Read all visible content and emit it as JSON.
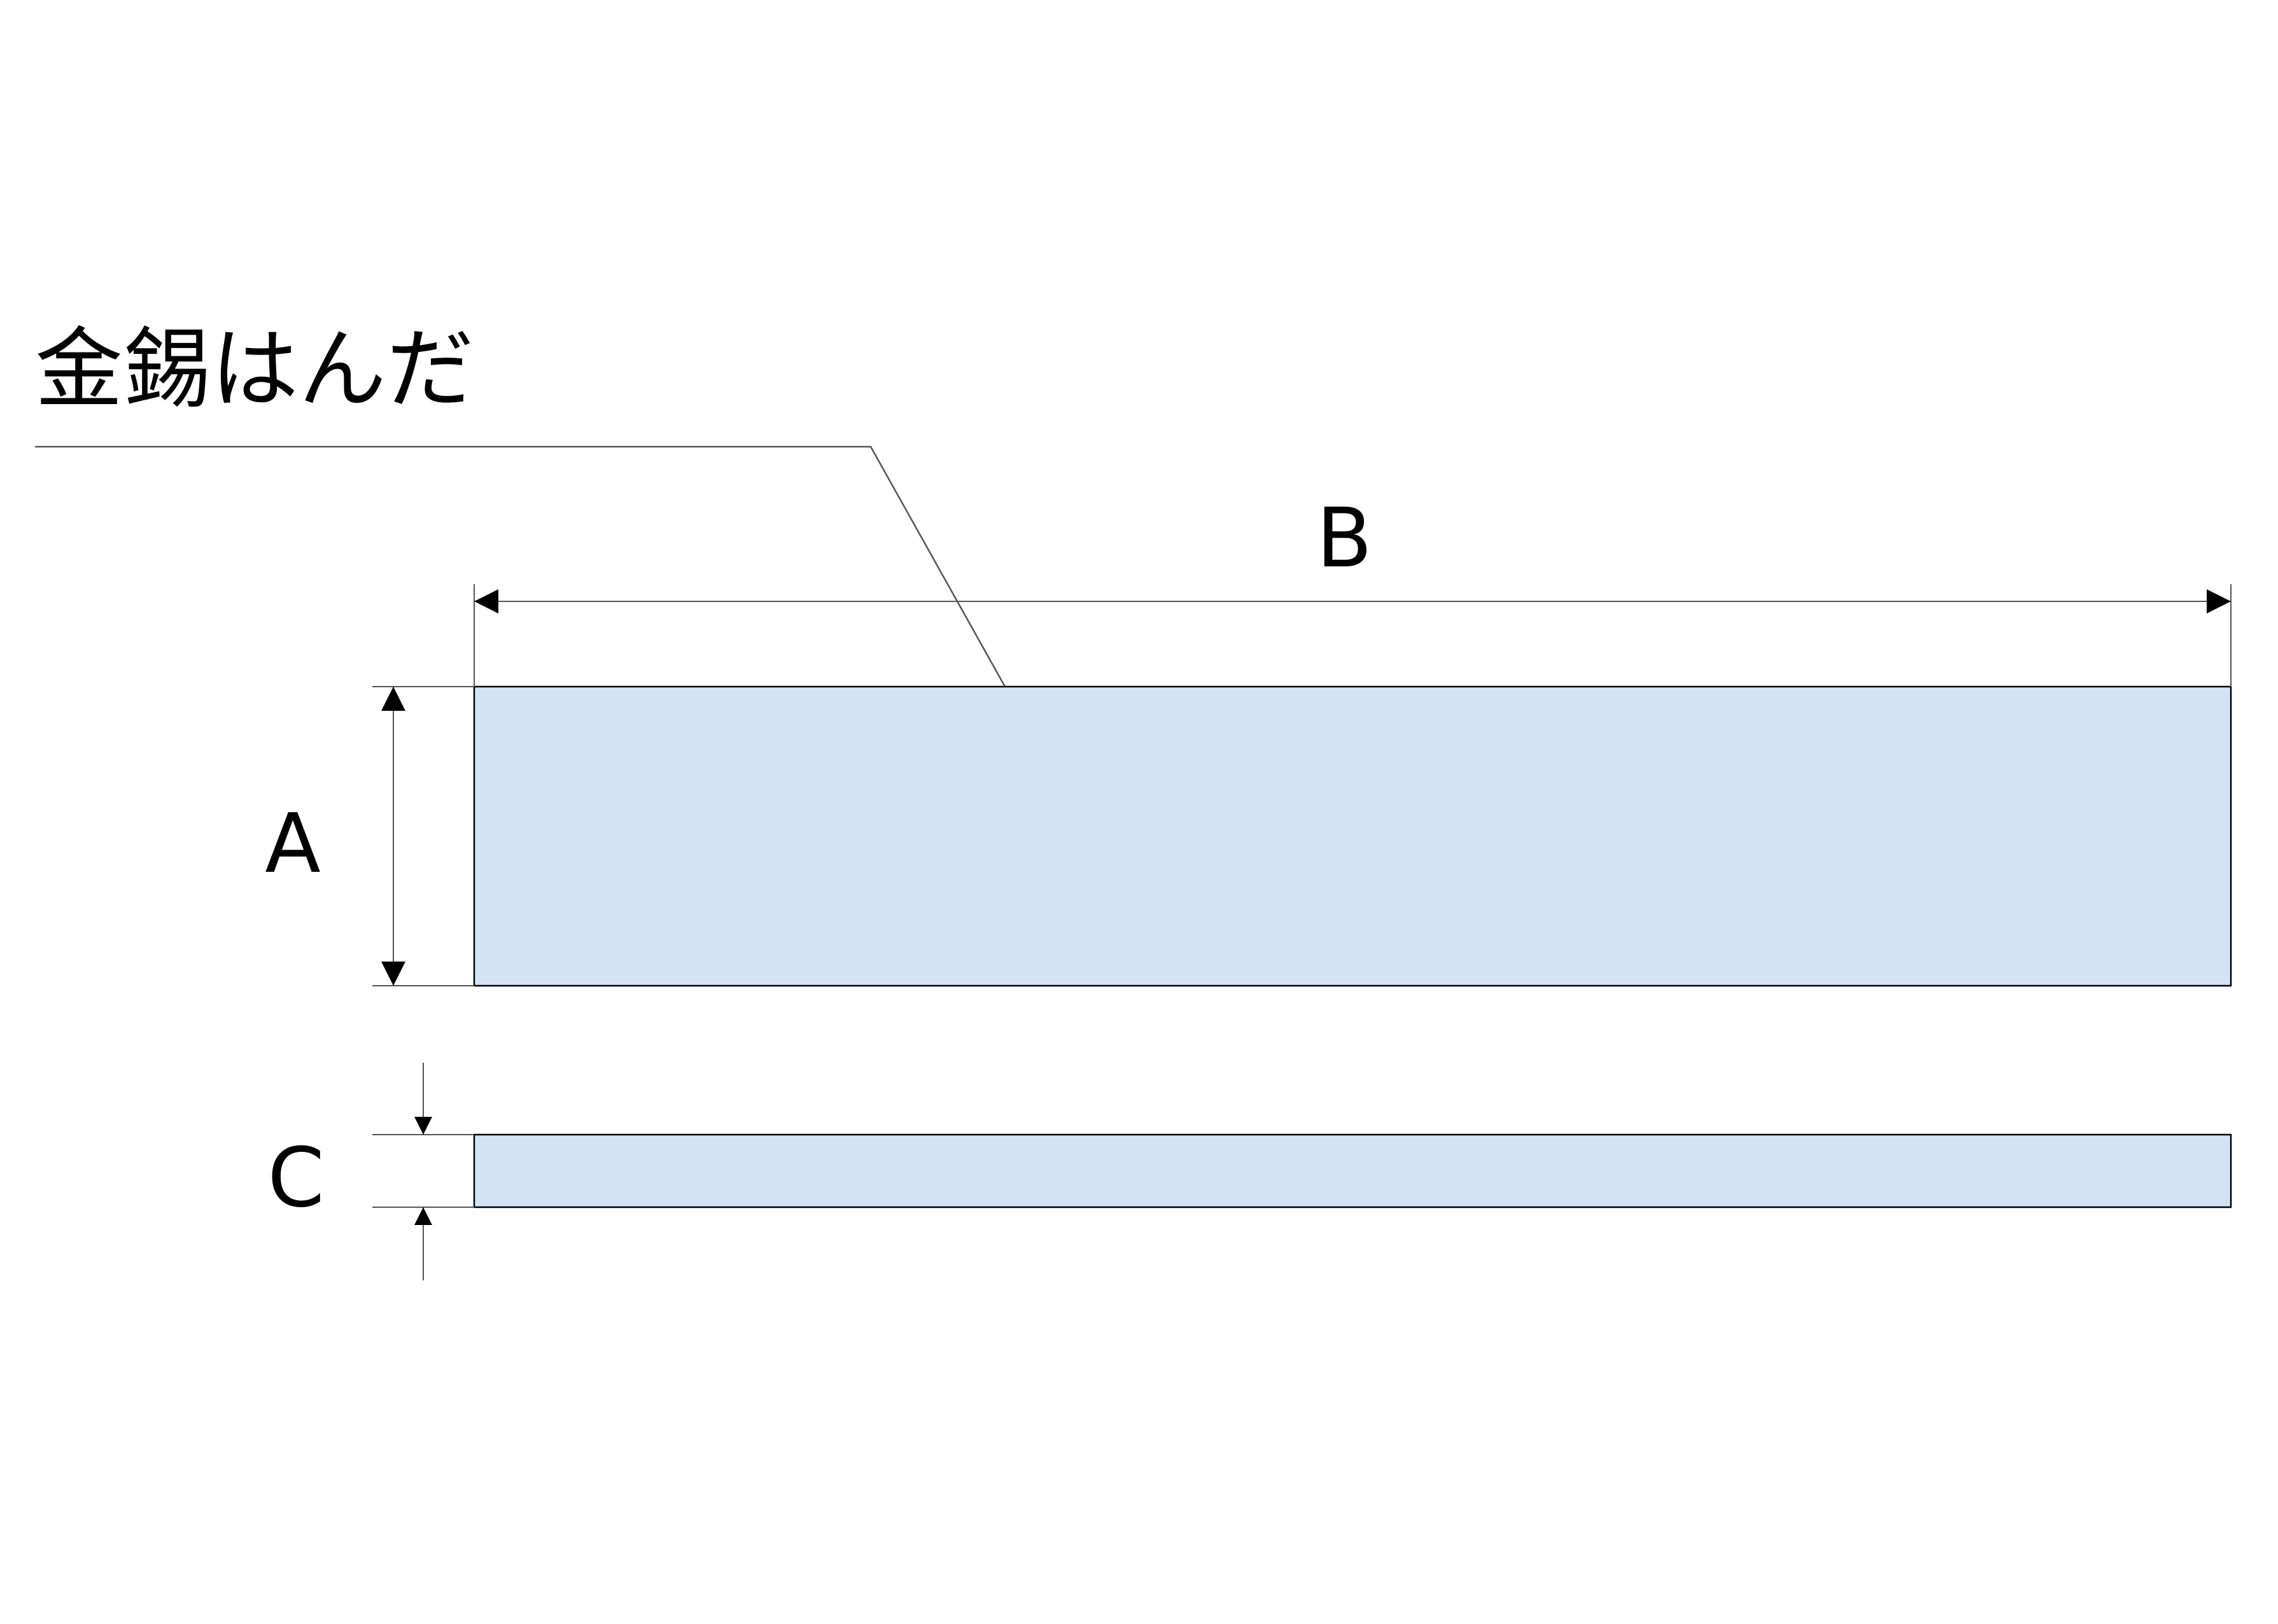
{
  "callout": {
    "label": "金錫はんだ"
  },
  "dimensions": {
    "width_label": "B",
    "height_label": "A",
    "thickness_label": "C"
  },
  "colors": {
    "part_fill": "#d4e3f4",
    "outline": "#000000",
    "leader_line": "#555555"
  }
}
